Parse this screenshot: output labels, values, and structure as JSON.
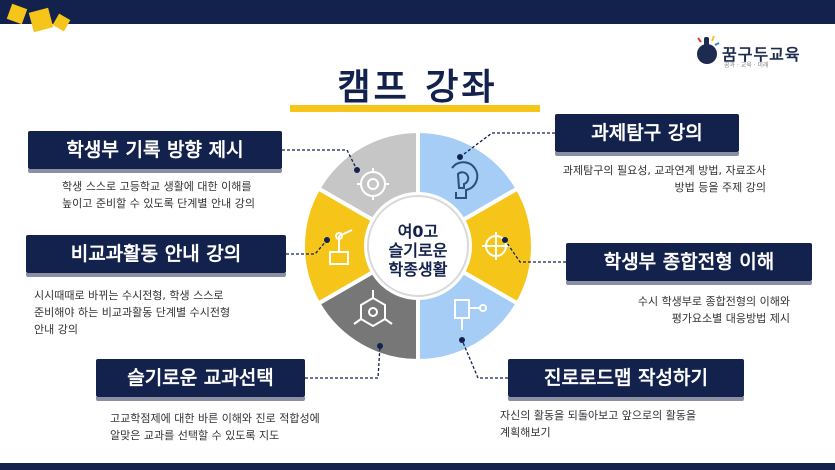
{
  "title": "캠프 강좌",
  "logo": {
    "text": "꿈구두교육",
    "tagline": "꿈과 · 교육 · 미래"
  },
  "center": {
    "line1": "여0고",
    "line2": "슬기로운",
    "line3": "학종생활"
  },
  "colors": {
    "navy": "#13224d",
    "yellow": "#f6c519",
    "blue": "#a5cdf5",
    "gray_light": "#c6c6c6",
    "gray_dark": "#777777"
  },
  "sections": {
    "record": {
      "label": "학생부 기록 방향 제시",
      "lines": [
        "학생 스스로 고등학교 생활에 대한 이해를",
        "높이고 준비할 수 있도록 단계별 안내 강의"
      ],
      "icon": "gear-icon"
    },
    "extra": {
      "label": "비교과활동 안내 강의",
      "lines": [
        "시시때때로 바뀌는 수시전형, 학생 스스로",
        "준비해야 하는 비교과활동 단계별 수시전형",
        "안내 강의"
      ],
      "icon": "robot-arm-icon"
    },
    "subject": {
      "label": "슬기로운 교과선택",
      "lines": [
        "고교학점제에 대한 바른 이해와 진로 적합성에",
        "알맞은 교과를 선택할 수 있도록 지도"
      ],
      "icon": "molecule-icon"
    },
    "research": {
      "label": "과제탐구 강의",
      "lines": [
        "과제탐구의 필요성, 교과연계 방법, 자료조사",
        "방법 등을 주제 강의"
      ],
      "icon": "lightbulb-head-icon"
    },
    "comprehensive": {
      "label": "학생부 종합전형 이해",
      "lines": [
        "수시 학생부로 종합전형의 이해와",
        "평가요소별 대응방법 제시"
      ],
      "icon": "microscope-icon"
    },
    "roadmap": {
      "label": "진로로드맵 작성하기",
      "lines": [
        "자신의 활동을 되돌아보고 앞으로의 활동을",
        "계획해보기"
      ],
      "icon": "circuit-icon"
    }
  }
}
